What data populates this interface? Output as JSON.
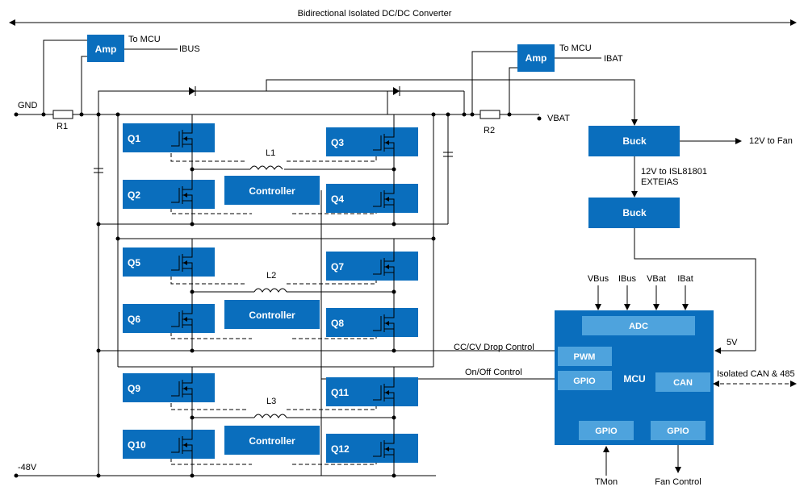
{
  "title": "Bidirectional Isolated DC/DC Converter",
  "nodes": {
    "gnd": "GND",
    "neg48": "-48V",
    "vbat": "VBAT",
    "r1": "R1",
    "r2": "R2",
    "to_mcu_1": "To MCU",
    "ibus": "IBUS",
    "to_mcu_2": "To MCU",
    "ibat": "IBAT"
  },
  "amps": [
    "Amp",
    "Amp"
  ],
  "transistors": [
    "Q1",
    "Q2",
    "Q3",
    "Q4",
    "Q5",
    "Q6",
    "Q7",
    "Q8",
    "Q9",
    "Q10",
    "Q11",
    "Q12"
  ],
  "inductors": [
    "L1",
    "L2",
    "L3"
  ],
  "controllers": [
    "Controller",
    "Controller",
    "Controller"
  ],
  "buck1": "Buck",
  "buck2": "Buck",
  "fan_out": "12V to Fan",
  "buck_note": [
    "12V to ISL81801",
    "EXTEIAS"
  ],
  "v5": "5V",
  "mcu": {
    "label": "MCU",
    "adc": "ADC",
    "pwm": "PWM",
    "gpio_left": "GPIO",
    "can": "CAN",
    "gpio_bottom_left": "GPIO",
    "gpio_bottom_right": "GPIO"
  },
  "adc_inputs": [
    "VBus",
    "IBus",
    "VBat",
    "IBat"
  ],
  "cc_cv": "CC/CV Drop Control",
  "on_off": "On/Off Control",
  "can_bus": "Isolated CAN & 485",
  "tmon": "TMon",
  "fan_control": "Fan Control",
  "colors": {
    "block": "#0a6ebd",
    "block_light": "#4ea3dd"
  }
}
